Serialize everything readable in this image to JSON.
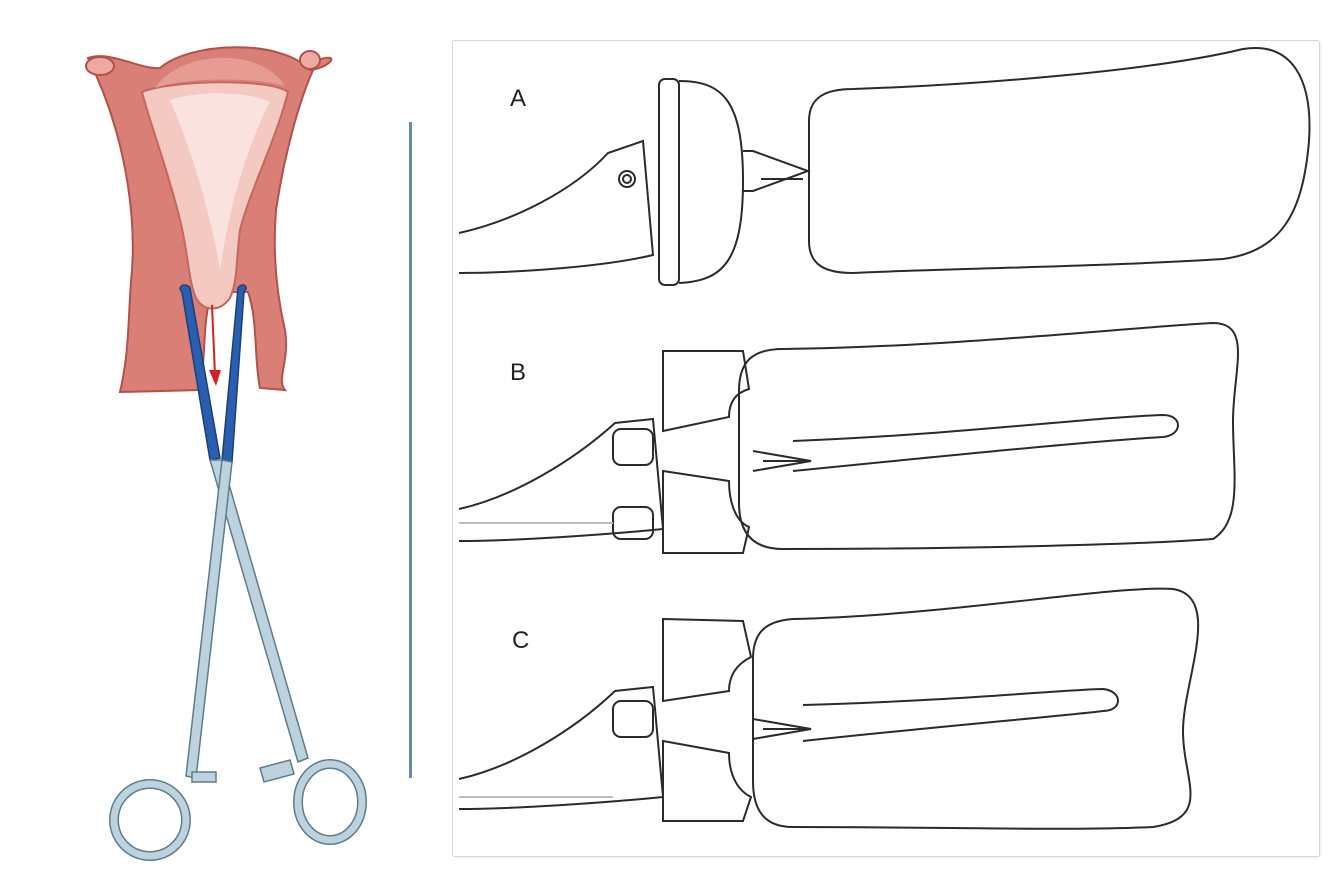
{
  "panels": {
    "a_label": "A",
    "b_label": "B",
    "c_label": "C"
  },
  "colors": {
    "uterus_fill": "#d97f76",
    "uterus_dark": "#b2524a",
    "uterus_light": "#f3c9c2",
    "forceps_jaw": "#2a5fb0",
    "forceps_steel": "#bcd3df",
    "forceps_outline": "#5f7c8b",
    "arrow": "#d62020",
    "divider": "#6b8aa8",
    "line_art": "#2b2b2b"
  },
  "icons": [
    "uterus-illustration",
    "forceps-illustration",
    "traction-arrow-icon"
  ]
}
